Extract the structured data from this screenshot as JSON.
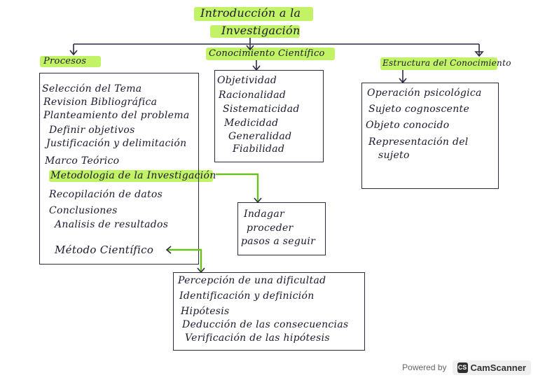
{
  "title": {
    "line1": "Introducción a la",
    "line2": "Investigación"
  },
  "branches": {
    "procesos": {
      "heading": "Procesos",
      "items": [
        "Selección del Tema",
        "Revision Bibliográfica",
        "Planteamiento del problema",
        "Definir objetivos",
        "Justificación y delimitación",
        "Marco Teórico",
        "Metodologia de la Investigación",
        "Recopilación de datos",
        "Conclusiones",
        "Analisis de resultados"
      ],
      "metodo": "Método Científico"
    },
    "conocimiento": {
      "heading": "Conocimiento Científico",
      "items": [
        "Objetividad",
        "Racionalidad",
        "Sistematicidad",
        "Medicidad",
        "Generalidad",
        "Fiabilidad"
      ]
    },
    "estructura": {
      "heading": "Estructura del Conocimiento",
      "items": [
        "Operación psicológica",
        "Sujeto cognoscente",
        "Objeto conocido",
        "Representación del",
        "sujeto"
      ]
    }
  },
  "metodologia_box": {
    "items": [
      "Indagar",
      "proceder",
      "pasos a seguir"
    ]
  },
  "metodo_box": {
    "items": [
      "Percepción de una dificultad",
      "Identificación y definición",
      "Hipótesis",
      "Deducción de las consecuencias",
      "Verificación de las hipótesis"
    ]
  },
  "footer": {
    "powered": "Powered by",
    "icon": "CS",
    "brand": "CamScanner"
  },
  "colors": {
    "highlight": "#b7f04a",
    "ink": "#1a1a2e"
  }
}
